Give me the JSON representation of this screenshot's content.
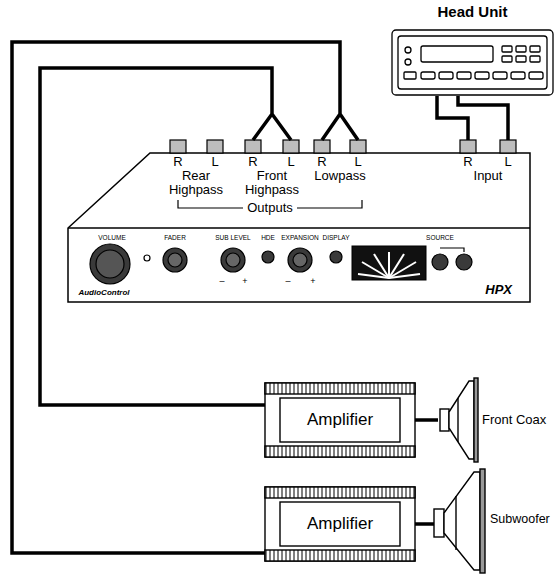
{
  "diagram": {
    "nodes": [
      {
        "text": [
          "Head Unit"
        ]
      },
      {
        "text": [
          "HPX"
        ]
      },
      {
        "text": [
          "Amplifier"
        ]
      },
      {
        "text": [
          "Front Coax"
        ]
      },
      {
        "text": [
          "Amplifier"
        ]
      },
      {
        "text": [
          "Subwoofer"
        ]
      }
    ],
    "edges": [
      {
        "from": 0,
        "to": 1,
        "arrow": "none"
      },
      {
        "from": 0,
        "to": 1,
        "arrow": "none"
      },
      {
        "from": 1,
        "to": 2,
        "arrow": "none"
      },
      {
        "from": 2,
        "to": 3,
        "arrow": "none"
      },
      {
        "from": 1,
        "to": 4,
        "arrow": "none"
      },
      {
        "from": 4,
        "to": 5,
        "arrow": "none"
      }
    ],
    "labels": [
      "R",
      "L",
      "Rear Highpass",
      "R",
      "L",
      "Front Highpass",
      "R",
      "L",
      "Lowpass",
      "R",
      "L",
      "Input",
      "Outputs",
      "VOLUME",
      "FADER",
      "SUB LEVEL",
      "–",
      "+",
      "HDE",
      "EXPANSION",
      "–",
      "+",
      "DISPLAY",
      "SOURCE",
      "AudioControl"
    ]
  }
}
